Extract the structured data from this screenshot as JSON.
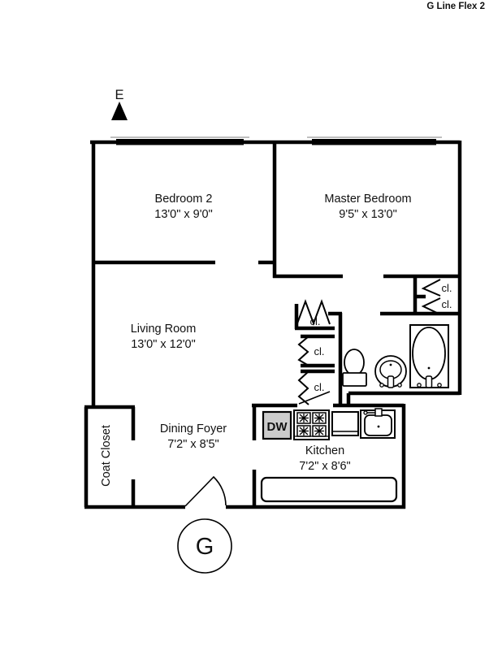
{
  "title": "G Line Flex 2",
  "compass": {
    "direction": "E"
  },
  "unit_marker": "G",
  "rooms": [
    {
      "name": "Bedroom 2",
      "dims": "13'0\" x 9'0\""
    },
    {
      "name": "Master Bedroom",
      "dims": "9'5\" x 13'0\""
    },
    {
      "name": "Living Room",
      "dims": "13'0\" x 12'0\""
    },
    {
      "name": "Dining Foyer",
      "dims": "7'2\" x 8'5\""
    },
    {
      "name": "Kitchen",
      "dims": "7'2\" x 8'6\""
    }
  ],
  "closets": {
    "abbrev": "cl.",
    "coat_closet": "Coat Closet"
  },
  "appliances": {
    "dishwasher": "DW"
  },
  "colors": {
    "walls": "#000000",
    "background": "#ffffff",
    "dishwasher_fill": "#cccccc",
    "window_sill": "#999999"
  }
}
